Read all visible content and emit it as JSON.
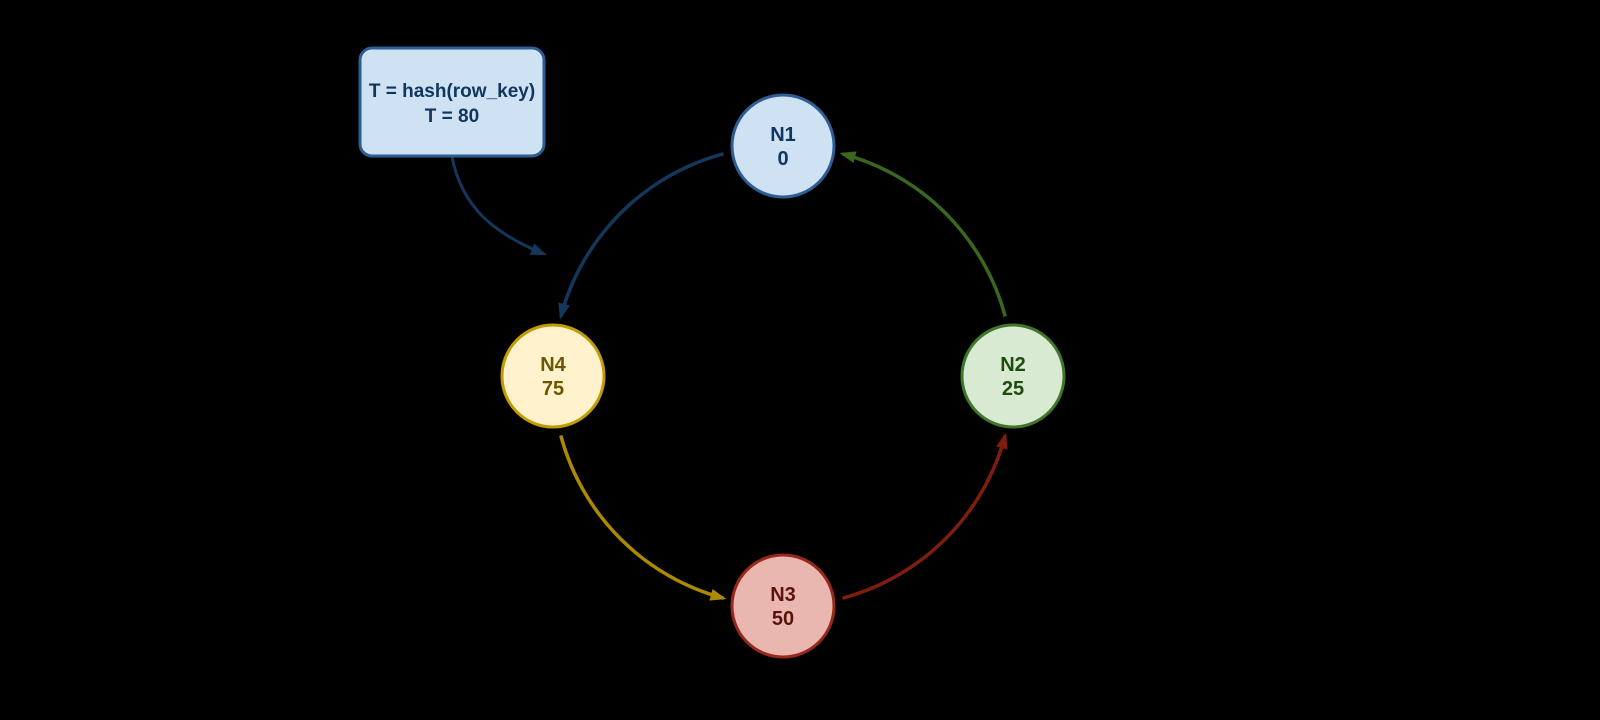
{
  "diagram": {
    "background": "#000000",
    "annotation": {
      "line1": "T = hash(row_key)",
      "line2": "T = 80",
      "fill": "#cfe2f3",
      "stroke": "#2d5e93",
      "text_color": "#10355e",
      "arrow_color": "#14375c"
    },
    "nodes": [
      {
        "label": "N1",
        "value": "0",
        "fill": "#cfe2f3",
        "stroke": "#2d5e93",
        "text_color": "#10355e"
      },
      {
        "label": "N2",
        "value": "25",
        "fill": "#d9ead3",
        "stroke": "#41762a",
        "text_color": "#1f4a10"
      },
      {
        "label": "N3",
        "value": "50",
        "fill": "#e9b7b0",
        "stroke": "#96291b",
        "text_color": "#5a130a"
      },
      {
        "label": "N4",
        "value": "75",
        "fill": "#fff2cc",
        "stroke": "#c09c00",
        "text_color": "#6e5600"
      }
    ],
    "edges": [
      {
        "from": "N1",
        "to": "N4",
        "color": "#14375c"
      },
      {
        "from": "N4",
        "to": "N3",
        "color": "#ab8a00"
      },
      {
        "from": "N3",
        "to": "N2",
        "color": "#7f1d0e"
      },
      {
        "from": "N2",
        "to": "N1",
        "color": "#38671f"
      }
    ]
  }
}
